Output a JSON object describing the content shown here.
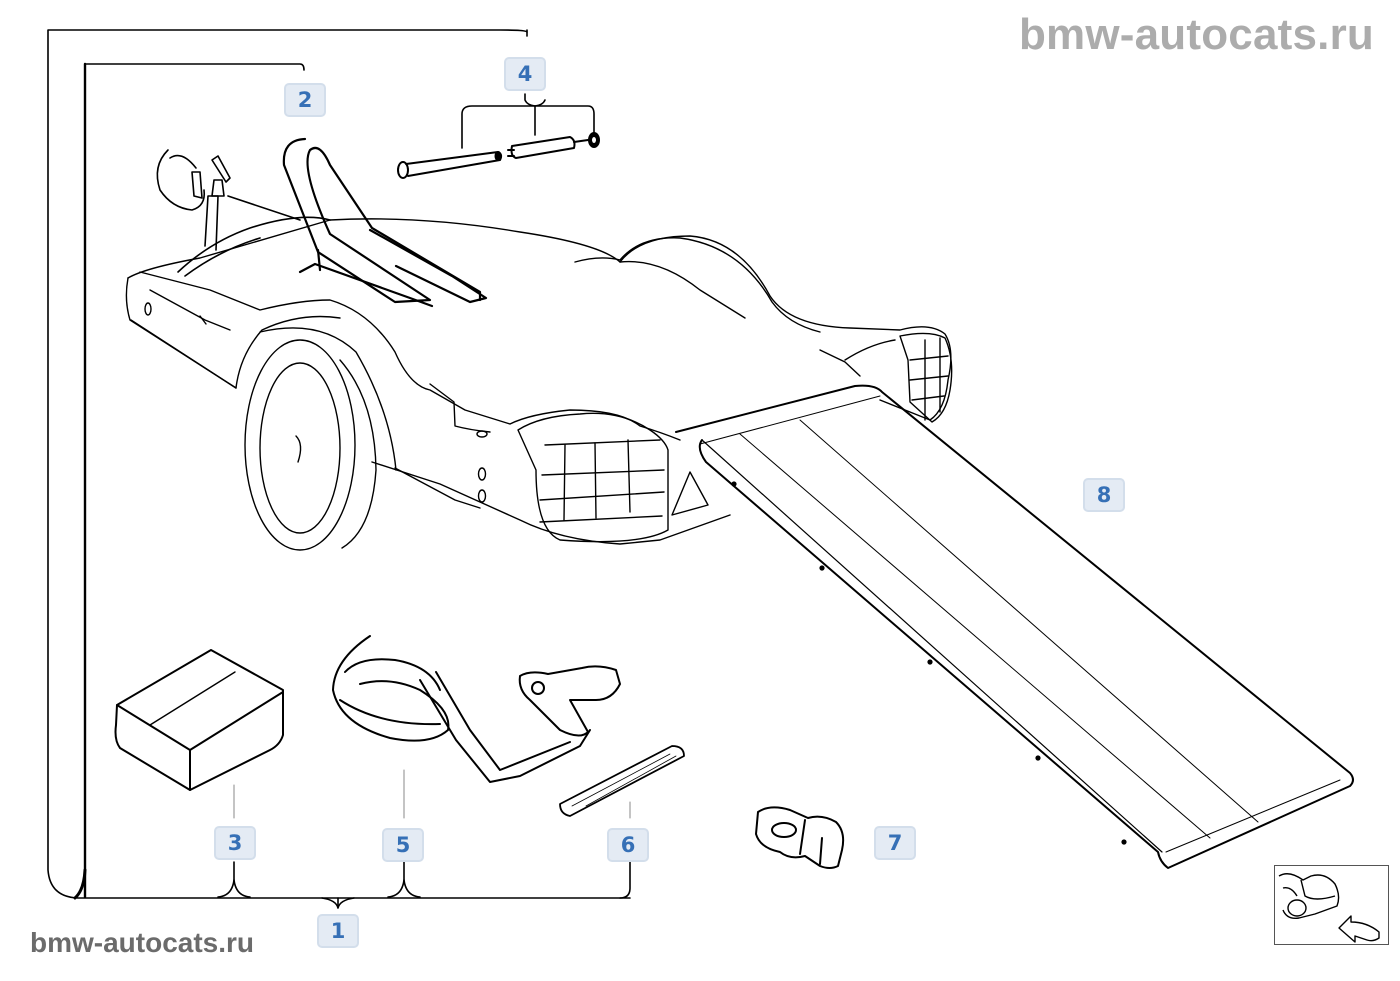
{
  "watermarks": {
    "top": "bmw-autocats.ru",
    "bottom": "bmw-autocats.ru"
  },
  "diagram": {
    "subject": "car transport trailer with loading ramp and accessories",
    "callouts": [
      {
        "id": "1",
        "label": "1",
        "part": "accessory kit (items 3, 5, 6)"
      },
      {
        "id": "2",
        "label": "2",
        "part": "wheel stop bar / hoop"
      },
      {
        "id": "3",
        "label": "3",
        "part": "box / case"
      },
      {
        "id": "4",
        "label": "4",
        "part": "pin and sleeve set"
      },
      {
        "id": "5",
        "label": "5",
        "part": "ratchet tie-down strap"
      },
      {
        "id": "6",
        "label": "6",
        "part": "wheel chock / mat strip"
      },
      {
        "id": "7",
        "label": "7",
        "part": "buckle / clamp"
      },
      {
        "id": "8",
        "label": "8",
        "part": "loading ramp"
      }
    ]
  },
  "navigation": {
    "thumbnail_icon": "vehicle-location-arrow-icon"
  },
  "colors": {
    "callout_text": "#3670b6",
    "callout_bg": "#e4ebf4",
    "callout_border": "#d3deeb",
    "watermark_top": "#acacac",
    "watermark_bottom": "#6b6b6b",
    "line_art": "#000000"
  }
}
